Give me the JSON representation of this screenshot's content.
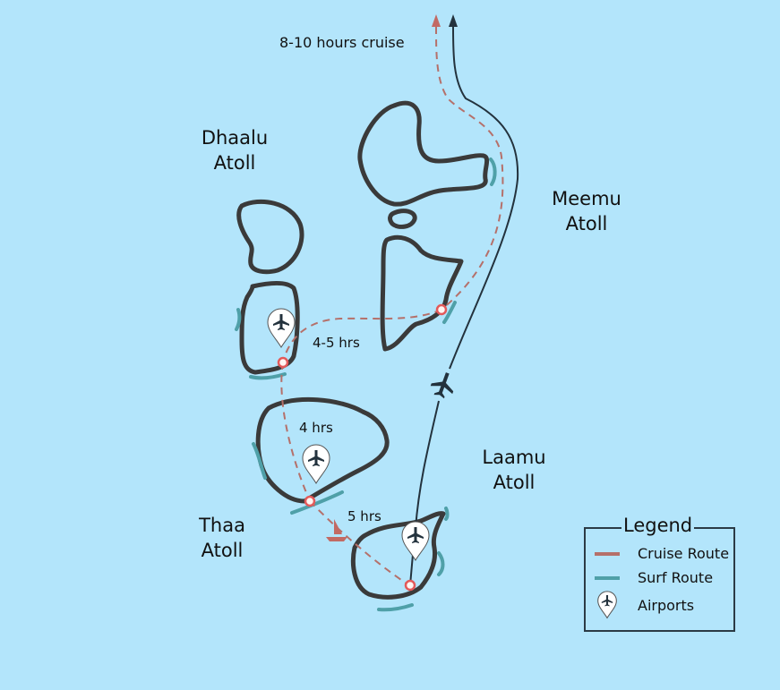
{
  "labels": {
    "cruise_top": "8-10 hours cruise",
    "dhaalu": [
      "Dhaalu",
      "Atoll"
    ],
    "meemu": [
      "Meemu",
      "Atoll"
    ],
    "laamu": [
      "Laamu",
      "Atoll"
    ],
    "thaa": [
      "Thaa",
      "Atoll"
    ],
    "leg_dhaalu_meemu": "4-5 hrs",
    "leg_dhaalu_thaa": "4 hrs",
    "leg_thaa_laamu": "5 hrs"
  },
  "legend": {
    "title": "Legend",
    "items": [
      {
        "label": "Cruise Route",
        "type": "line",
        "color": "#b5706a"
      },
      {
        "label": "Surf Route",
        "type": "line",
        "color": "#4fa0a8"
      },
      {
        "label": "Airports",
        "type": "pin"
      }
    ]
  },
  "colors": {
    "sea": "#b3e5fb",
    "island_outline": "#3a3a3a",
    "cruise_route": "#b5706a",
    "surf_route": "#4fa0a8",
    "flight_route": "#23323d",
    "waypoint": "#e35a5a"
  }
}
